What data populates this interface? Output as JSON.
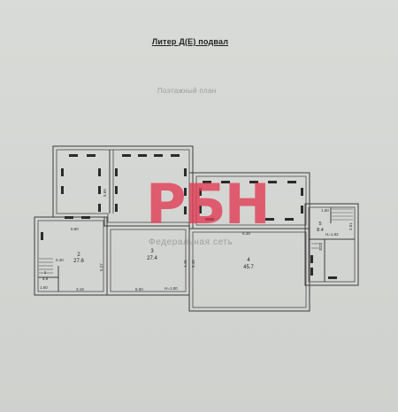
{
  "document": {
    "title": "Литер Д(Е) подвал",
    "subtitle": "Поэтажный план"
  },
  "watermark": {
    "logo": "РБН",
    "caption": "Федеральная сеть"
  },
  "rooms": [
    {
      "number": "1",
      "area": "4.9"
    },
    {
      "number": "2",
      "area": "27.6"
    },
    {
      "number": "3",
      "area": "27.4"
    },
    {
      "number": "4",
      "area": "45.7"
    },
    {
      "number": "5",
      "area": "8.4"
    }
  ],
  "dimensions": {
    "d_580": "5.80",
    "d_040": "0.40",
    "d_160": "1.60",
    "d_319": "3.19",
    "d_600": "6.00",
    "d_h180": "H=1.80",
    "d_h182": "H=1.82",
    "d_569": "5.69",
    "d_838": "8.38",
    "d_545": "5.45",
    "d_445": "4.45",
    "d_150": "1.50",
    "d_251": "2.51",
    "d_322": "3.22",
    "d_527": "5.27"
  }
}
